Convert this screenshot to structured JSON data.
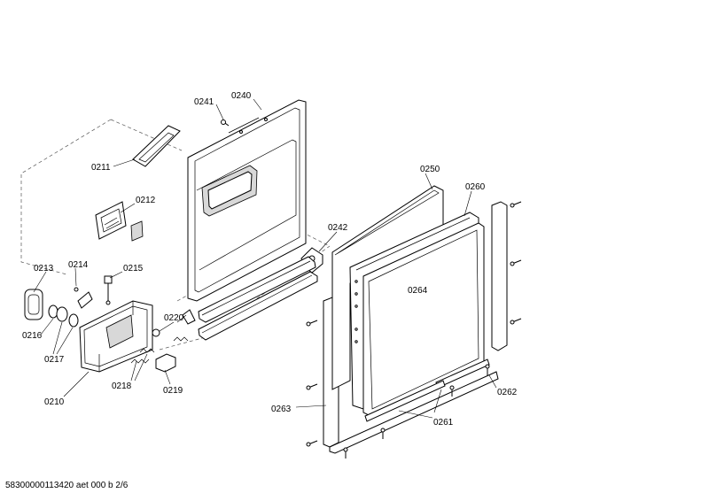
{
  "labels": {
    "p0241": "0241",
    "p0240": "0240",
    "p0211": "0211",
    "p0212": "0212",
    "p0213": "0213",
    "p0214": "0214",
    "p0215": "0215",
    "p0216": "0216",
    "p0217": "0217",
    "p0210": "0210",
    "p0218": "0218",
    "p0219": "0219",
    "p0220": "0220",
    "p0242": "0242",
    "p0250": "0250",
    "p0260": "0260",
    "p0264": "0264",
    "p0263": "0263",
    "p0261": "0261",
    "p0262": "0262"
  },
  "footer": "58300000113420 aet 000 b 2/6"
}
